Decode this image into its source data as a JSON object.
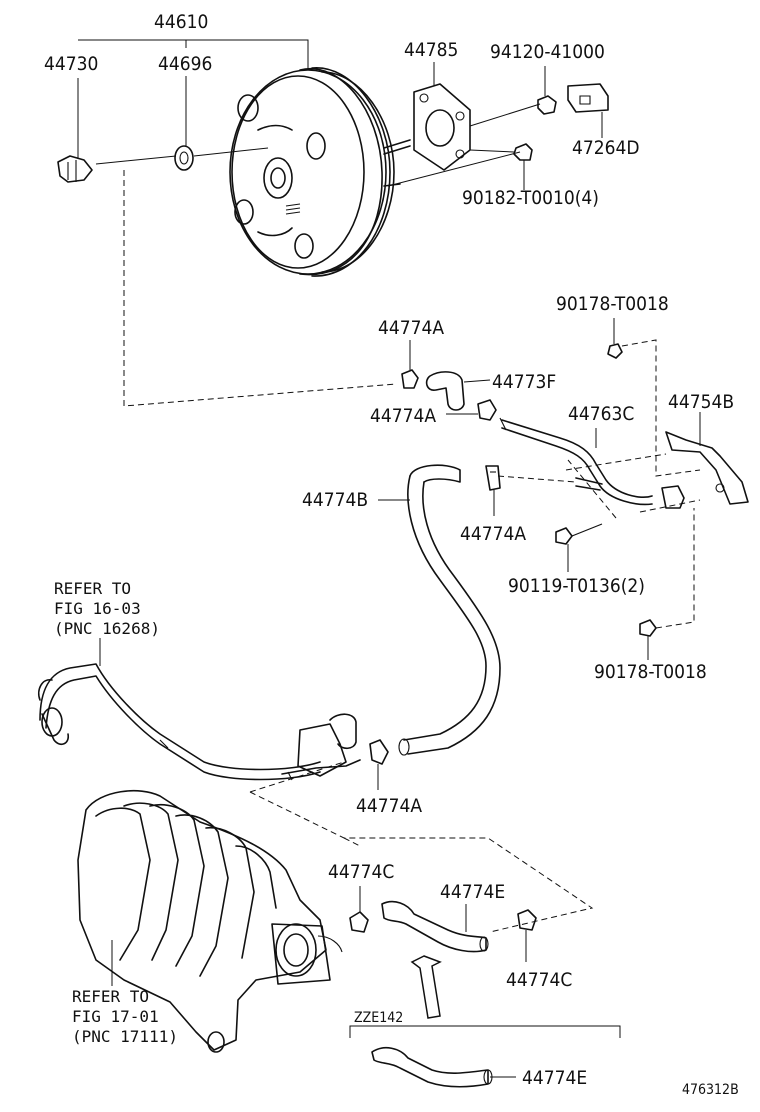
{
  "labels": {
    "booster_assy": "44610",
    "check_valve": "44730",
    "grommet": "44696",
    "gasket": "44785",
    "nut_top": "94120-41000",
    "bracket_top": "47264D",
    "nut_set": "90182-T0010(4)",
    "bolt_upper": "90178-T0018",
    "clip_upper": "44774A",
    "hose_f": "44773F",
    "clip_mid": "44774A",
    "pipe_c": "44763C",
    "bracket_b": "44754B",
    "hose_b": "44774B",
    "clip_lower_small": "44774A",
    "bolt_mid": "90119-T0136(2)",
    "bolt_lower": "90178-T0018",
    "clip_bottom": "44774A",
    "clip_c_left": "44774C",
    "hose_e": "44774E",
    "clip_c_right": "44774C",
    "hose_e_alt": "44774E",
    "variant": "ZZE142",
    "figure_id": "476312B"
  },
  "refs": {
    "ref1_line1": "REFER TO",
    "ref1_line2": "FIG 16-03",
    "ref1_line3": "(PNC 16268)",
    "ref2_line1": "REFER TO",
    "ref2_line2": "FIG 17-01",
    "ref2_line3": "(PNC 17111)"
  }
}
